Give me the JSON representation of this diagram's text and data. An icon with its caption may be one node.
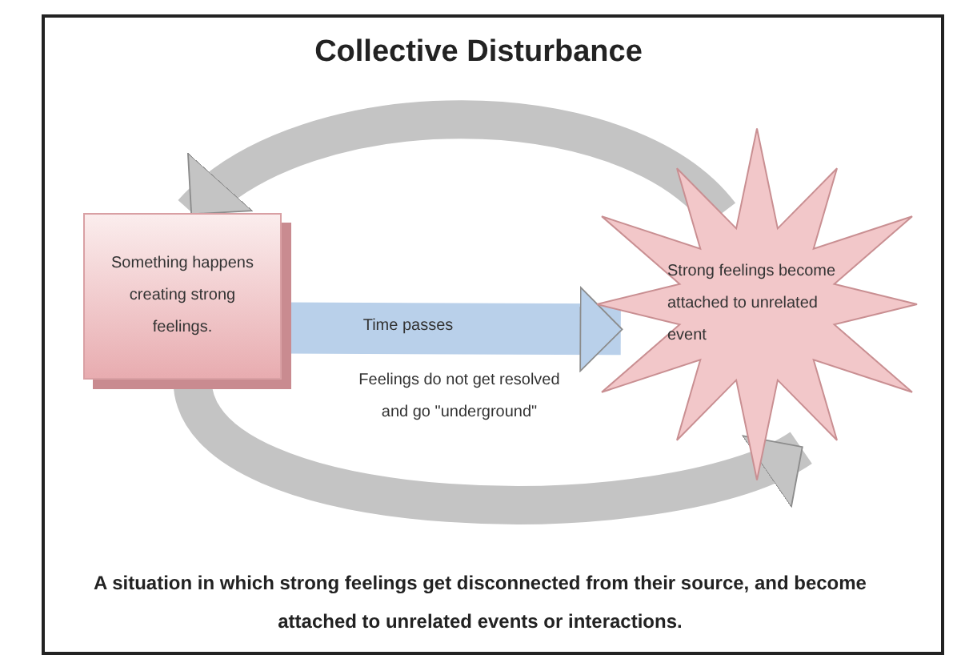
{
  "diagram": {
    "title": "Collective Disturbance",
    "nodes": [
      {
        "text": [
          "Something happens creating strong feelings."
        ]
      },
      {
        "text": [
          "Strong feelings become attached to unrelated event"
        ]
      }
    ],
    "edges": [
      {
        "from": 0,
        "to": 1,
        "arrow": "to",
        "label": "Time passes",
        "color": "#b9d0ea"
      },
      {
        "from": 1,
        "to": 0,
        "arrow": "to"
      },
      {
        "from": 0,
        "to": 1,
        "arrow": "to",
        "label": "Feelings do not get resolved and go \"underground\""
      }
    ],
    "caption": "A situation in which strong feelings get disconnected from their source, and become attached to unrelated events or interactions."
  }
}
